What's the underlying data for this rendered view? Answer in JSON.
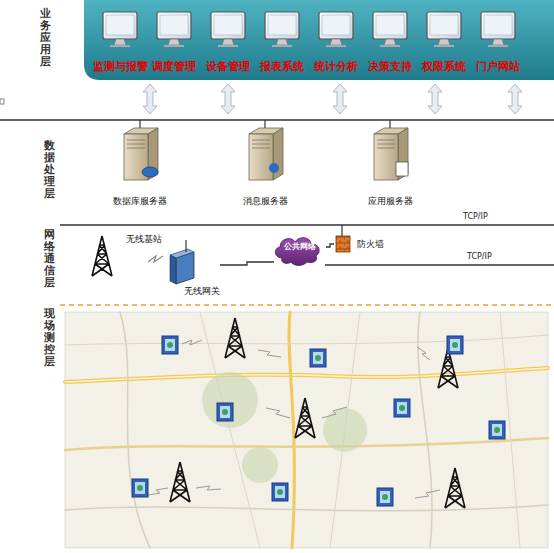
{
  "diagram": {
    "nodes": [
      {
        "text": [
          "监测与报警"
        ]
      },
      {
        "text": [
          "调度管理"
        ]
      },
      {
        "text": [
          "设备管理"
        ]
      },
      {
        "text": [
          "报表系统"
        ]
      },
      {
        "text": [
          "统计分析"
        ]
      },
      {
        "text": [
          "决策支持"
        ]
      },
      {
        "text": [
          "权限系统"
        ]
      },
      {
        "text": [
          "门户网站"
        ]
      },
      {
        "text": [
          "数据库服务器"
        ]
      },
      {
        "text": [
          "消息服务器"
        ]
      },
      {
        "text": [
          "应用服务器"
        ]
      },
      {
        "text": [
          "无线基站"
        ]
      },
      {
        "text": [
          "无线网关"
        ]
      },
      {
        "text": [
          "公共网络"
        ]
      },
      {
        "text": [
          "防火墙"
        ]
      }
    ],
    "edges": [
      {
        "from": 12,
        "to": 13,
        "arrow": "none"
      },
      {
        "from": 13,
        "to": 14,
        "arrow": "none"
      }
    ],
    "labels": [
      "业务应用层",
      "数据处理层",
      "网络通信层",
      "现场测控层",
      "TCP/IP",
      "TCP/IP"
    ]
  }
}
